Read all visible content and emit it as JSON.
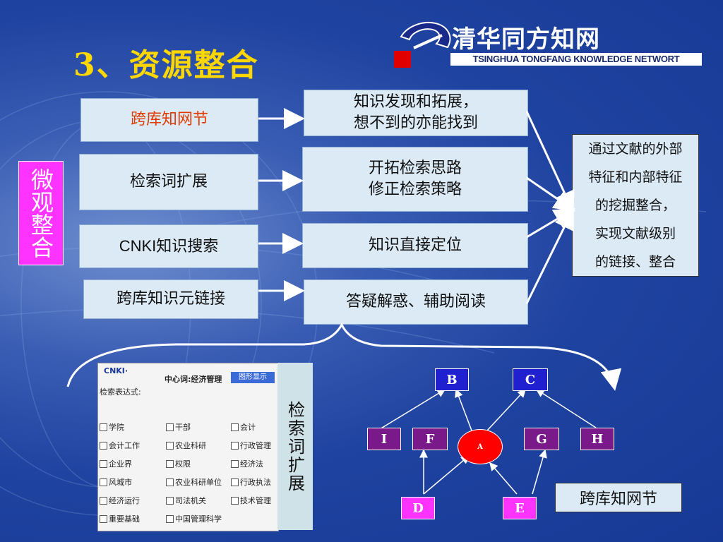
{
  "slide_title": "3、资源整合",
  "logo": {
    "cn": "清华同方知网",
    "en": "TSINGHUA TONGFANG KNOWLEDGE NETWORT"
  },
  "vertical_label": "微观整合",
  "left_boxes": [
    "跨库知网节",
    "检索词扩展",
    "CNKI知识搜索",
    "跨库知识元链接"
  ],
  "mid_boxes": [
    [
      "知识发现和拓展，",
      "想不到的亦能找到"
    ],
    [
      "开拓检索思路",
      "修正检索策略"
    ],
    [
      "知识直接定位"
    ],
    [
      "答疑解惑、辅助阅读"
    ]
  ],
  "result_lines": [
    "通过文献的外部",
    "特征和内部特征",
    "的挖掘整合，",
    "实现文献级别",
    "的链接、整合"
  ],
  "screenshot": {
    "center_word": "中心词:经济管理",
    "button": "图形显示",
    "expr_label": "检索表达式:",
    "terms": [
      [
        "学院",
        "干部",
        "会计"
      ],
      [
        "会计工作",
        "农业科研",
        "行政管理"
      ],
      [
        "企业界",
        "权限",
        "经济法"
      ],
      [
        "风城市",
        "农业科研单位",
        "行政执法"
      ],
      [
        "经济运行",
        "司法机关",
        "技术管理"
      ],
      [
        "重要基础",
        "中国管理科学",
        ""
      ]
    ]
  },
  "screenshot_side_label": "检索词扩展",
  "graph": {
    "nodes": [
      "B",
      "C",
      "I",
      "F",
      "A",
      "G",
      "H",
      "D",
      "E"
    ]
  },
  "graph_caption": "跨库知网节",
  "colors": {
    "title": "#ffd700",
    "highlight_text": "#e03a00",
    "magenta": "#ff33ff",
    "node_blue": "#2020d0",
    "node_purple": "#7a1a8a",
    "node_red": "#ff0000"
  }
}
